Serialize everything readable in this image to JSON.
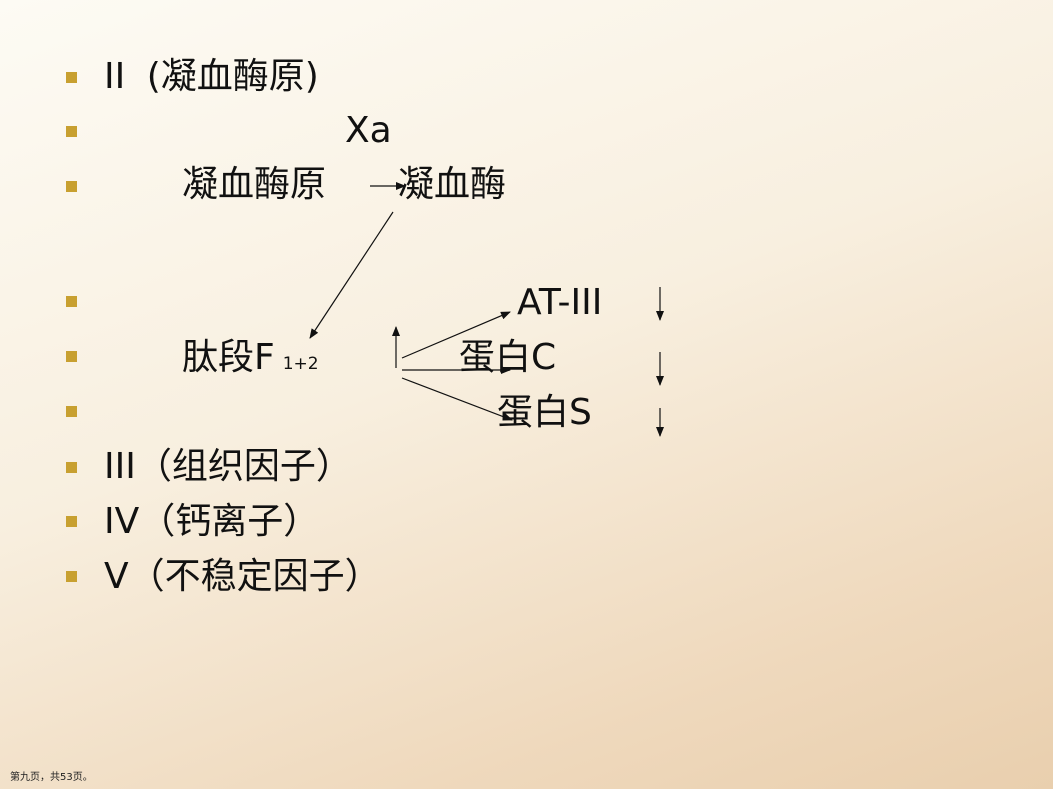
{
  "slide": {
    "line1": {
      "prefix": "II",
      "name": "(凝血酶原)"
    },
    "line2": "Xa",
    "line3": {
      "left": "凝血酶原",
      "right": "凝血酶"
    },
    "line4": "AT-III",
    "line5": {
      "left": "肽段F",
      "sub": "1+2",
      "right": "蛋白C"
    },
    "line6": "蛋白S",
    "line7": "III（组织因子）",
    "line8": "IV（钙离子）",
    "line9": "V（不稳定因子）"
  },
  "footer": "第九页，共53页。",
  "colors": {
    "bullet": "#c8a030",
    "background_top": "#fdfbf4",
    "background_bottom": "#e9cfae"
  }
}
